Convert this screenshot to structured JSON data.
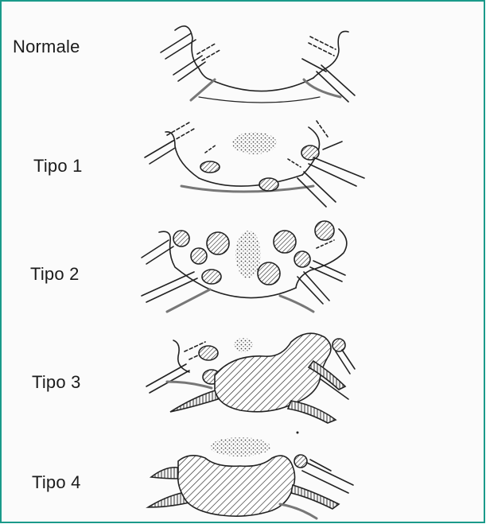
{
  "labels": [
    "Normale",
    "Tipo 1",
    "Tipo 2",
    "Tipo 3",
    "Tipo 4"
  ],
  "colors": {
    "frame": "#1a9a8a",
    "ink": "#222222",
    "background": "#fbfbfb"
  }
}
